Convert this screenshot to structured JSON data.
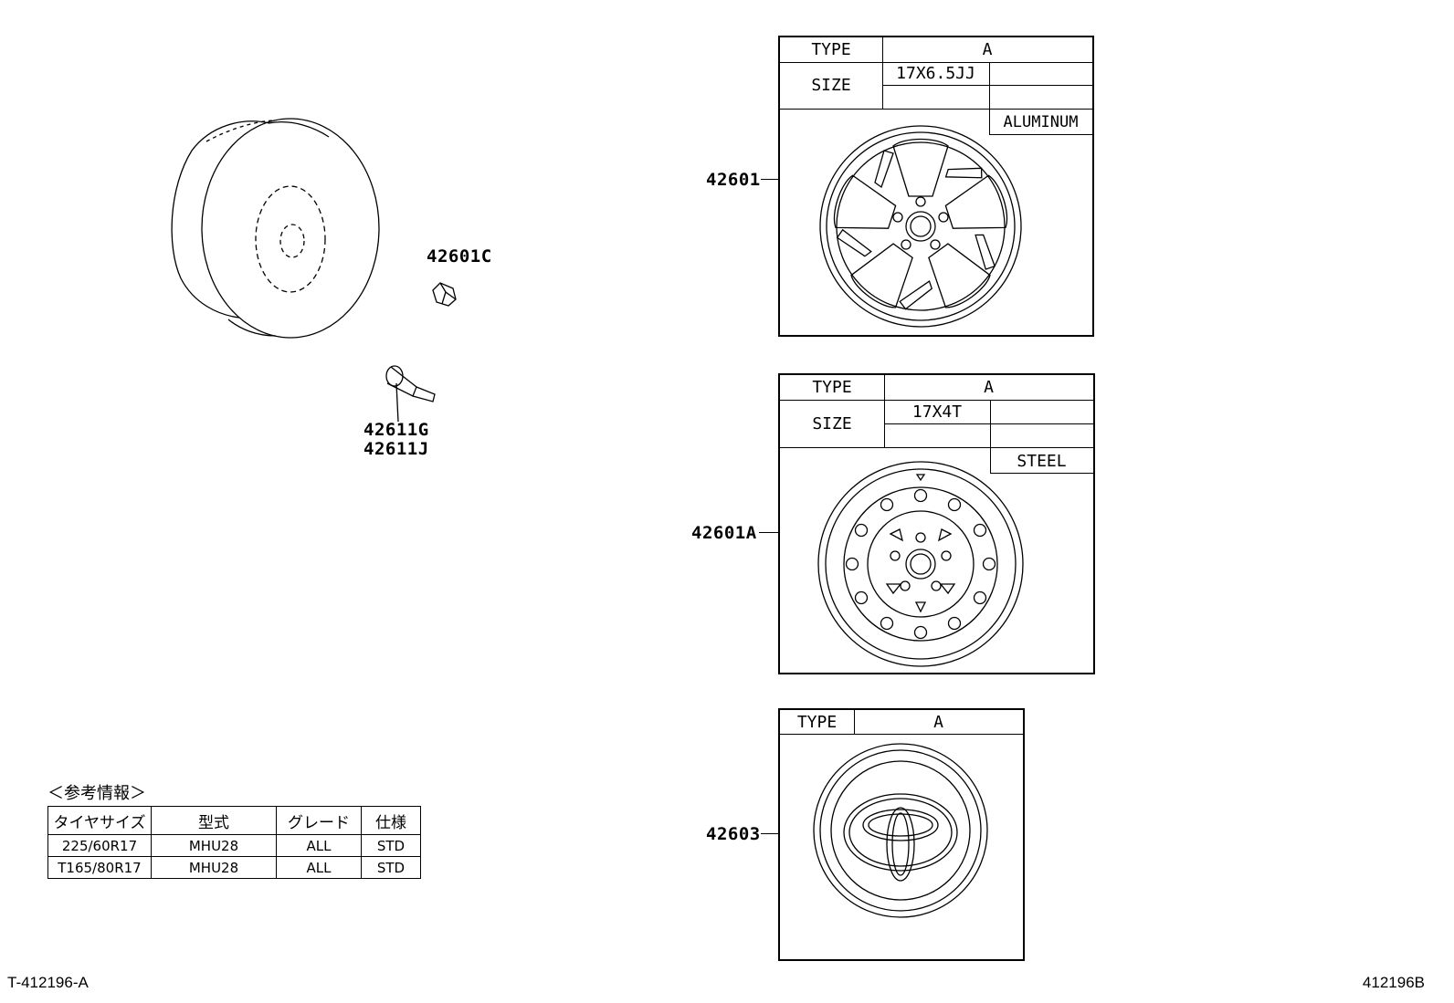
{
  "parts": {
    "valve_cap": "42601C",
    "valve_1": "42611G",
    "valve_2": "42611J",
    "alu_wheel": "42601",
    "steel_wheel": "42601A",
    "ornament": "42603"
  },
  "spec_aluminum": {
    "type_label": "TYPE",
    "type_value": "A",
    "size_label": "SIZE",
    "size_value": "17X6.5JJ",
    "material": "ALUMINUM"
  },
  "spec_steel": {
    "type_label": "TYPE",
    "type_value": "A",
    "size_label": "SIZE",
    "size_value": "17X4T",
    "material": "STEEL"
  },
  "spec_ornament": {
    "type_label": "TYPE",
    "type_value": "A"
  },
  "reference": {
    "title": "＜参考情報＞",
    "headers": [
      "タイヤサイズ",
      "型式",
      "グレード",
      "仕様"
    ],
    "rows": [
      [
        "225/60R17",
        "MHU28",
        "ALL",
        "STD"
      ],
      [
        "T165/80R17",
        "MHU28",
        "ALL",
        "STD"
      ]
    ]
  },
  "footer": {
    "left": "T-412196-A",
    "right": "412196B"
  }
}
